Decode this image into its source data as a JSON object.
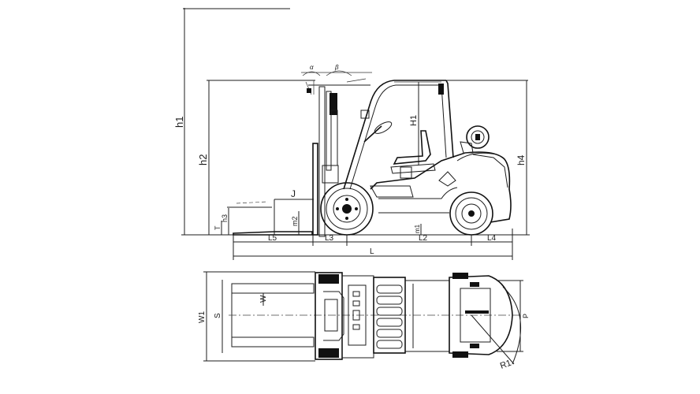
{
  "dimensions": {
    "h1": "h1",
    "h2": "h2",
    "h3": "h3",
    "h4": "h4",
    "H1": "H1",
    "J": "J",
    "m1": "m1",
    "m2": "m2",
    "T": "T",
    "L": "L",
    "L2": "L2",
    "L3": "L3",
    "L4": "L4",
    "L5": "L5",
    "W": "W",
    "W1": "W1",
    "S": "S",
    "P": "P",
    "R1": "R1",
    "alpha": "α",
    "beta": "β"
  }
}
